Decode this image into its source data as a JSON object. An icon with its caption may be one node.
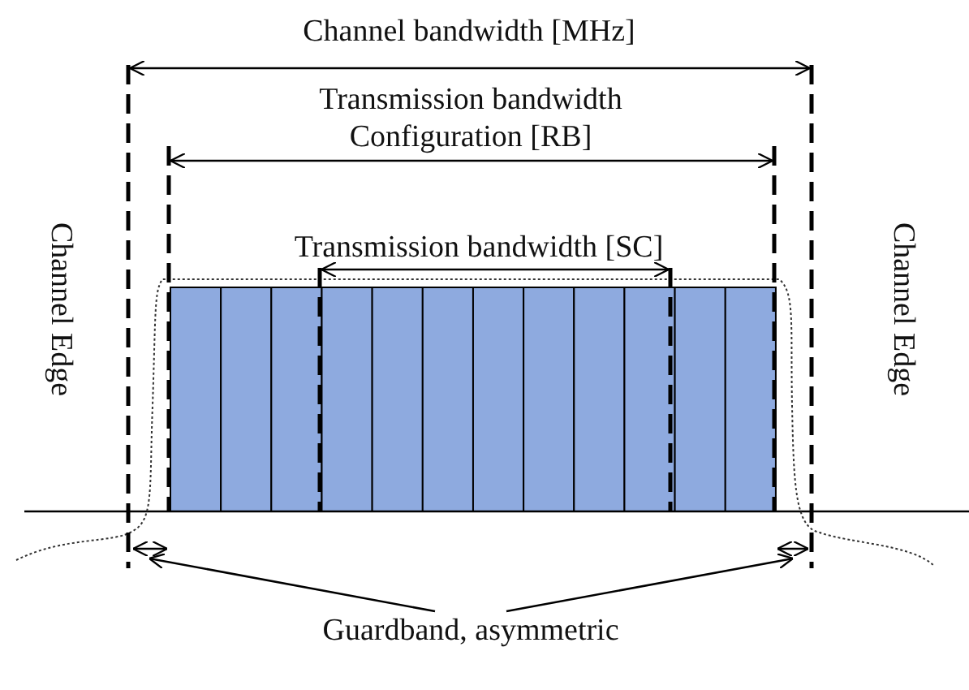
{
  "diagram": {
    "nodes": [
      {
        "text": [
          "Guardband, asymmetric"
        ]
      },
      {
        "text": [],
        "shape": "bar"
      },
      {
        "text": [],
        "shape": "bar"
      }
    ],
    "edges": [
      {
        "from": 0,
        "to": 1,
        "arrow": "to"
      },
      {
        "from": 0,
        "to": 2,
        "arrow": "to"
      }
    ],
    "labels": [
      "Channel bandwidth [MHz]",
      "Transmission bandwidth Configuration [RB]",
      "Transmission bandwidth [SC]",
      "Channel Edge",
      "Channel Edge"
    ]
  }
}
